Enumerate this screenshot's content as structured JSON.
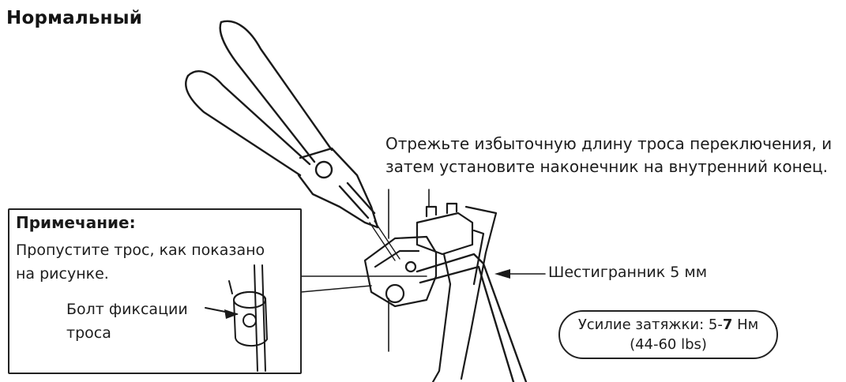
{
  "title": "Нормальный",
  "cut_instruction": {
    "line1": "Отрежьте избыточную длину троса переключения, и",
    "line2": "затем установите наконечник на внутренний конец."
  },
  "note": {
    "heading": "Примечание:",
    "line1": "Пропустите трос, как показано",
    "line2": "на рисунке."
  },
  "bolt_label": {
    "line1": "Болт фиксации",
    "line2": "троса"
  },
  "hex_label": "Шестигранник 5 мм",
  "torque": {
    "prefix": "Усилие затяжки: 5-",
    "bold_value": "7",
    "suffix": " Нм",
    "line2": "(44-60 lbs)"
  }
}
